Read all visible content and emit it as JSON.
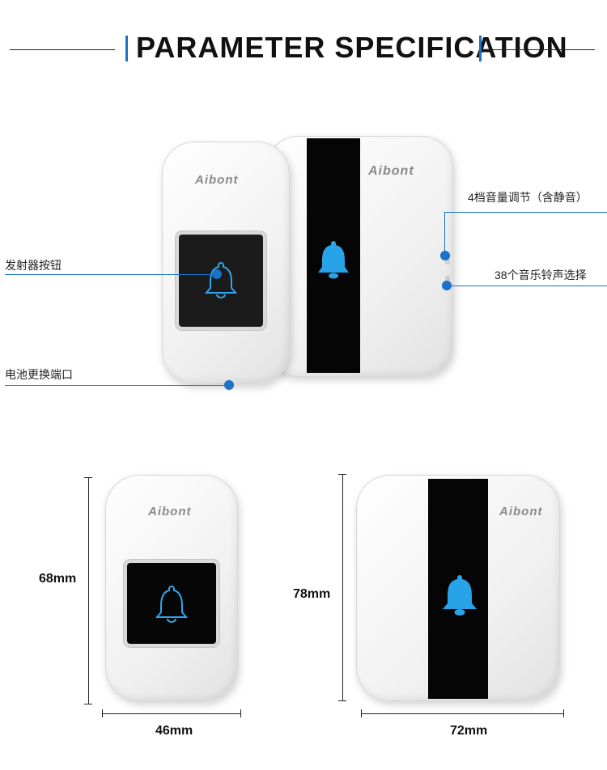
{
  "header": {
    "title": "PARAMETER SPECIFICATION"
  },
  "brand": "Aibont",
  "callouts": {
    "volume": "4档音量调节（含静音）",
    "ringtones": "38个音乐铃声选择",
    "transmitter_button": "发射器按钮",
    "battery_port": "电池更换端口"
  },
  "dimensions": {
    "transmitter_height": "68mm",
    "transmitter_width": "46mm",
    "receiver_height": "78mm",
    "receiver_width": "72mm"
  },
  "colors": {
    "accent": "#1a73c9",
    "bell_outline": "#2ea6f0",
    "bell_fill": "#29a3e8"
  },
  "icons": [
    "bell-outline-icon",
    "bell-filled-icon"
  ]
}
